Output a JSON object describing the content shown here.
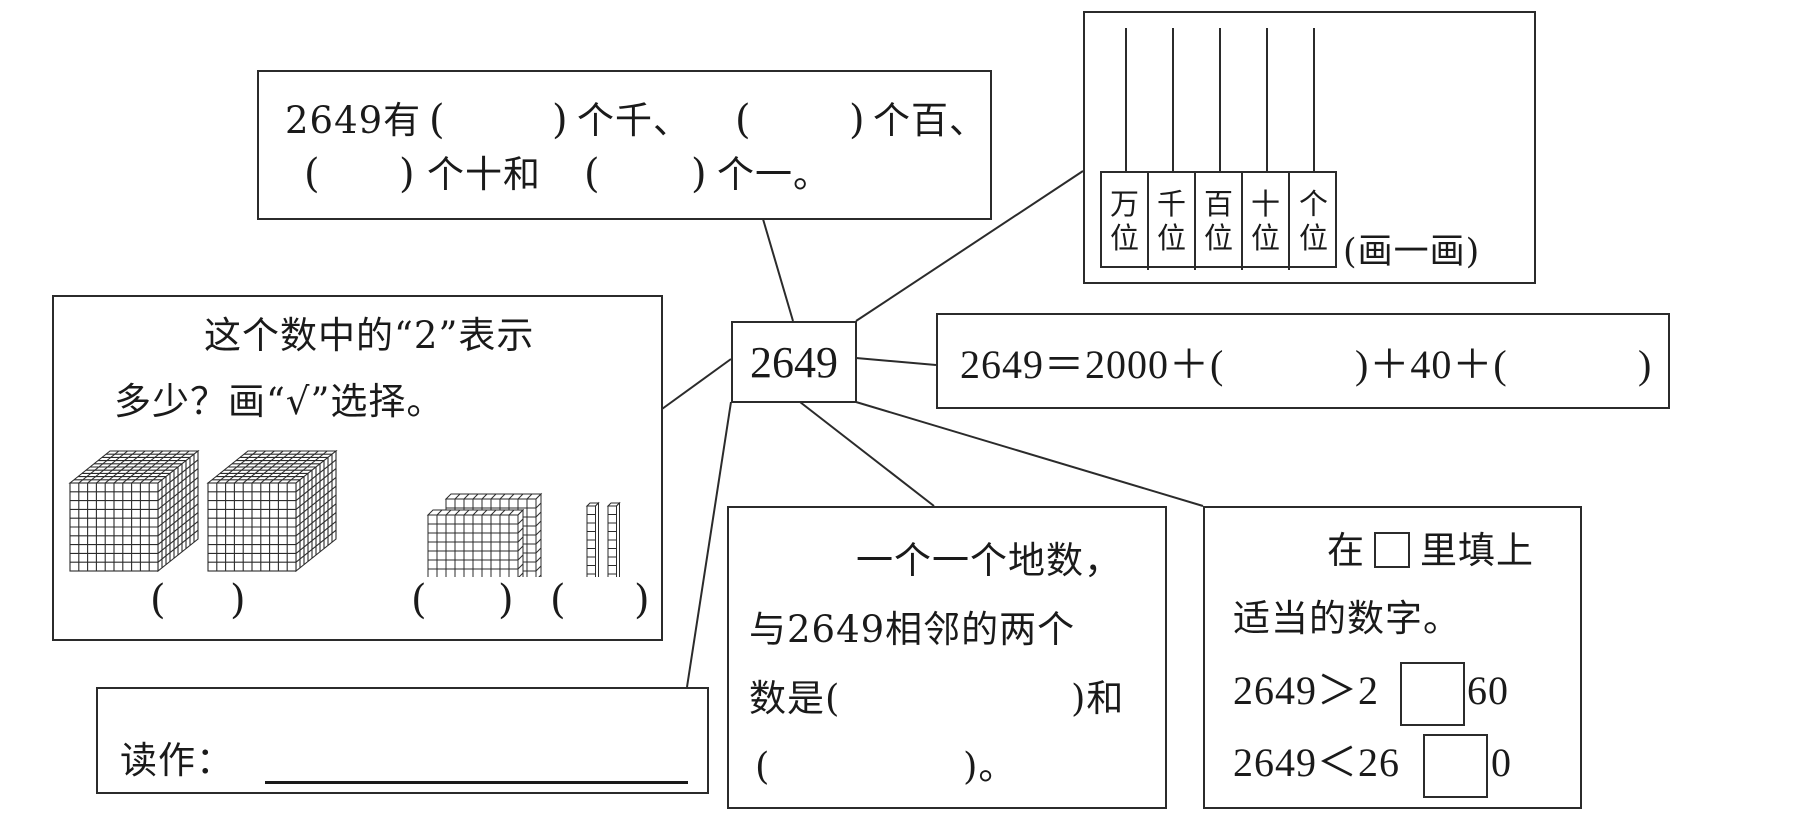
{
  "center": {
    "number": "2649"
  },
  "units_box": {
    "line1_prefix": "2649有",
    "line1_mid1": "个千、",
    "line1_mid2": "个百、",
    "line2_mid1": "个十和",
    "line2_end": "个一。",
    "open_paren": "(",
    "close_paren": ")"
  },
  "abacus_box": {
    "places": [
      {
        "top": "万",
        "bottom": "位"
      },
      {
        "top": "千",
        "bottom": "位"
      },
      {
        "top": "百",
        "bottom": "位"
      },
      {
        "top": "十",
        "bottom": "位"
      },
      {
        "top": "个",
        "bottom": "位"
      }
    ],
    "instruction": "(画一画)"
  },
  "expansion_box": {
    "lhs": "2649＝2000＋(",
    "mid": ")＋40＋(",
    "end": ")"
  },
  "meaning_box": {
    "line1": "这个数中的“2”表示",
    "line2": "多少？画“√”选择。",
    "options": [
      {
        "label": "thousands-cubes",
        "count": 2,
        "answer": ""
      },
      {
        "label": "hundreds-flats",
        "count": 2,
        "answer": ""
      },
      {
        "label": "tens-rods",
        "count": 2,
        "answer": ""
      }
    ],
    "open_paren": "(",
    "close_paren": ")"
  },
  "read_box": {
    "label": "读作：",
    "answer": ""
  },
  "neighbor_box": {
    "line1": "一个一个地数，",
    "line2": "与2649相邻的两个",
    "line3_prefix": "数是(",
    "line3_suffix": ")和",
    "line4_prefix": "(",
    "line4_suffix": ")。"
  },
  "fill_box": {
    "line1_pre": "在",
    "line1_post": "里填上",
    "line2": "适当的数字。",
    "ineq1_pre": "2649＞2",
    "ineq1_post": "60",
    "ineq2_pre": "2649＜26",
    "ineq2_post": "0"
  }
}
